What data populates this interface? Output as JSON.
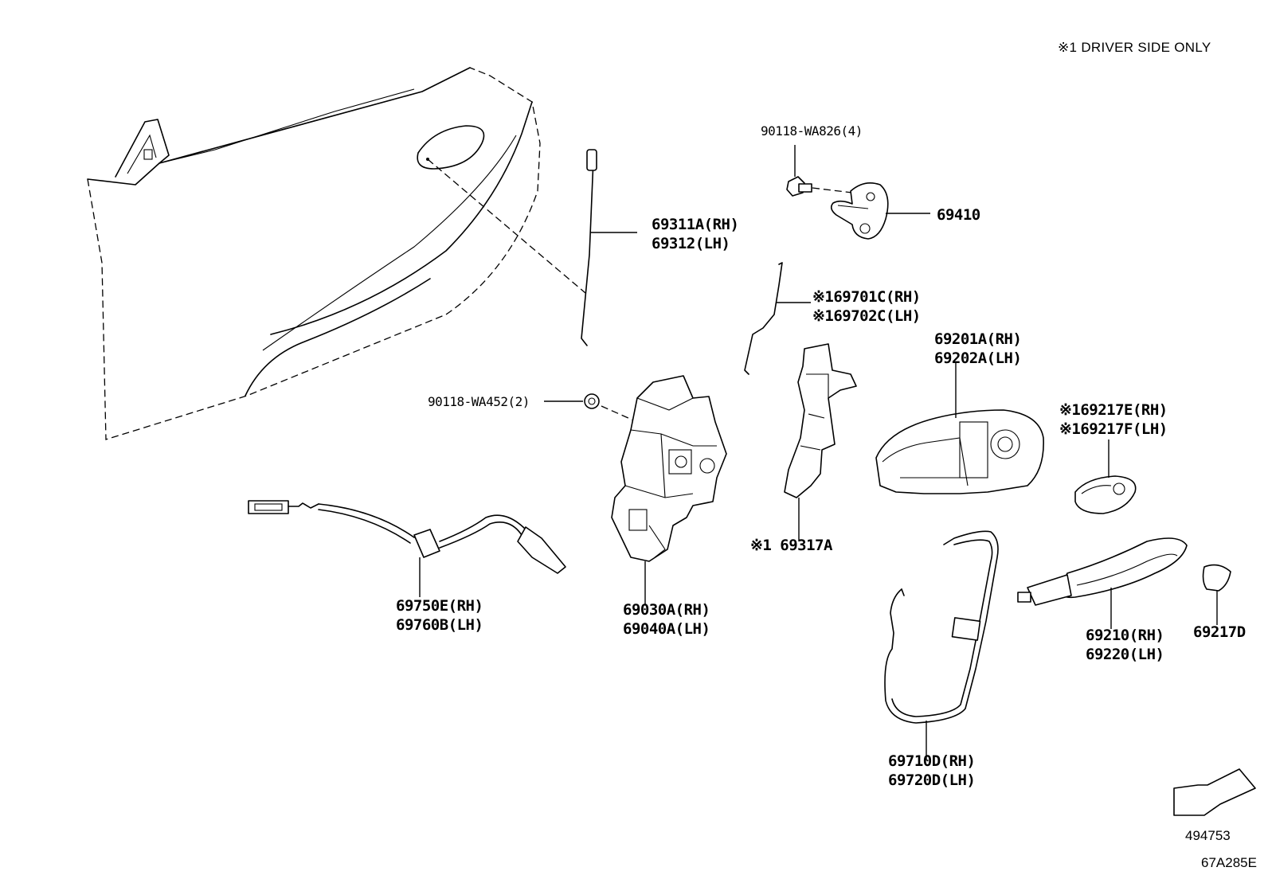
{
  "note": "※1 DRIVER SIDE ONLY",
  "footer": {
    "ref_number": "494753",
    "diagram_code": "67A285E"
  },
  "parts": [
    {
      "id": "p69311",
      "lines": [
        "69311A(RH)",
        "69312(LH)"
      ]
    },
    {
      "id": "p90118a",
      "lines": [
        "90118-WA826(4)"
      ]
    },
    {
      "id": "p69410",
      "lines": [
        "69410"
      ]
    },
    {
      "id": "p69701",
      "lines": [
        "※169701C(RH)",
        "※169702C(LH)"
      ]
    },
    {
      "id": "p69201",
      "lines": [
        "69201A(RH)",
        "69202A(LH)"
      ]
    },
    {
      "id": "p90118b",
      "lines": [
        "90118-WA452(2)"
      ]
    },
    {
      "id": "p69217ef",
      "lines": [
        "※169217E(RH)",
        "※169217F(LH)"
      ]
    },
    {
      "id": "p69317",
      "lines": [
        "※1 69317A"
      ]
    },
    {
      "id": "p69750",
      "lines": [
        "69750E(RH)",
        "69760B(LH)"
      ]
    },
    {
      "id": "p69030",
      "lines": [
        "69030A(RH)",
        "69040A(LH)"
      ]
    },
    {
      "id": "p69210",
      "lines": [
        "69210(RH)",
        "69220(LH)"
      ]
    },
    {
      "id": "p69217d",
      "lines": [
        "69217D"
      ]
    },
    {
      "id": "p69710",
      "lines": [
        "69710D(RH)",
        "69720D(LH)"
      ]
    }
  ]
}
